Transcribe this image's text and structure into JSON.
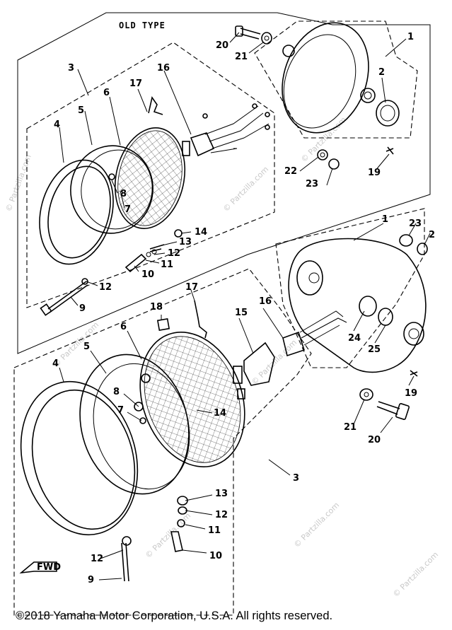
{
  "diagram": {
    "old_type_label": "OLD TYPE",
    "watermark": "© Partzilla.com",
    "front_label": "FWD",
    "copyright": "©2018  Yamaha Motor Corporation, U.S.A. All rights reserved.",
    "callouts_old": [
      "20",
      "21",
      "1",
      "2",
      "3",
      "16",
      "17",
      "6",
      "5",
      "4",
      "8",
      "7",
      "22",
      "23",
      "19",
      "14",
      "13",
      "12",
      "11",
      "10",
      "12",
      "9"
    ],
    "callouts_new": [
      "1",
      "23",
      "2",
      "17",
      "18",
      "16",
      "15",
      "6",
      "5",
      "4",
      "24",
      "25",
      "19",
      "8",
      "7",
      "14",
      "21",
      "20",
      "3",
      "13",
      "12",
      "11",
      "10",
      "12",
      "9"
    ]
  }
}
